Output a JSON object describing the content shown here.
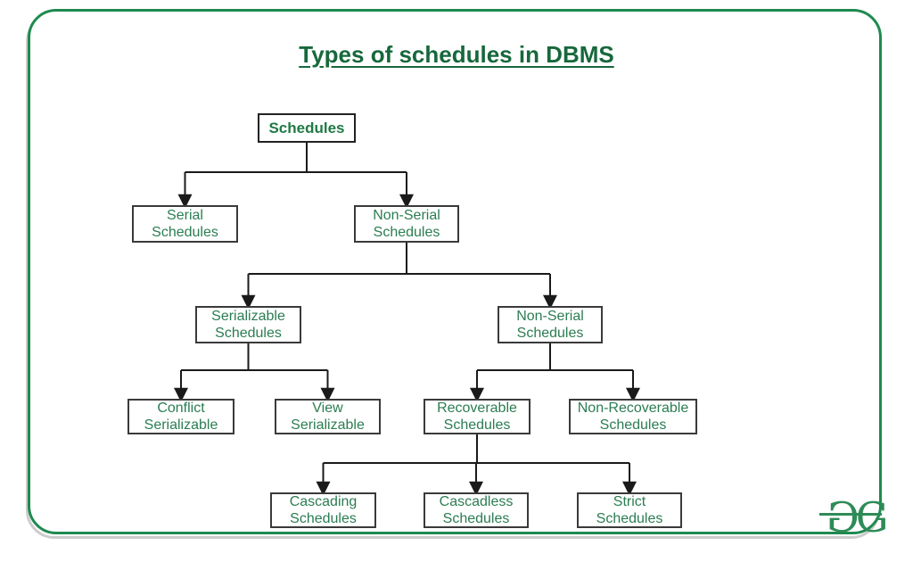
{
  "title": "Types of schedules in DBMS",
  "colors": {
    "frame_green": "#1e8a4f",
    "title_green": "#17683c",
    "node_text_green": "#2b7d52",
    "node_border": "#3a3a3a",
    "connector_black": "#1a1a1a",
    "frame_shadow_gray": "#cccccc",
    "logo_green": "#2e8b57"
  },
  "nodes": {
    "schedules": {
      "label": "Schedules"
    },
    "serial": {
      "line1": "Serial",
      "line2": "Schedules"
    },
    "non_serial_1": {
      "line1": "Non-Serial",
      "line2": "Schedules"
    },
    "serializable": {
      "line1": "Serializable",
      "line2": "Schedules"
    },
    "non_serial_2": {
      "line1": "Non-Serial",
      "line2": "Schedules"
    },
    "conflict_serializable": {
      "line1": "Conflict",
      "line2": "Serializable"
    },
    "view_serializable": {
      "line1": "View",
      "line2": "Serializable"
    },
    "recoverable": {
      "line1": "Recoverable",
      "line2": "Schedules"
    },
    "non_recoverable": {
      "line1": "Non-Recoverable",
      "line2": "Schedules"
    },
    "cascading": {
      "line1": "Cascading",
      "line2": "Schedules"
    },
    "cascadless": {
      "line1": "Cascadless",
      "line2": "Schedules"
    },
    "strict": {
      "line1": "Strict",
      "line2": "Schedules"
    }
  },
  "edges": [
    {
      "from": "Schedules",
      "to": "Serial Schedules"
    },
    {
      "from": "Schedules",
      "to": "Non-Serial Schedules"
    },
    {
      "from": "Non-Serial Schedules",
      "to": "Serializable Schedules"
    },
    {
      "from": "Non-Serial Schedules",
      "to": "Non-Serial Schedules"
    },
    {
      "from": "Serializable Schedules",
      "to": "Conflict Serializable"
    },
    {
      "from": "Serializable Schedules",
      "to": "View Serializable"
    },
    {
      "from": "Non-Serial Schedules",
      "to": "Recoverable Schedules"
    },
    {
      "from": "Non-Serial Schedules",
      "to": "Non-Recoverable Schedules"
    },
    {
      "from": "Recoverable Schedules",
      "to": "Cascading Schedules"
    },
    {
      "from": "Recoverable Schedules",
      "to": "Cascadless Schedules"
    },
    {
      "from": "Recoverable Schedules",
      "to": "Strict Schedules"
    }
  ],
  "logo": {
    "letter_flipped": "G",
    "letter": "G"
  }
}
